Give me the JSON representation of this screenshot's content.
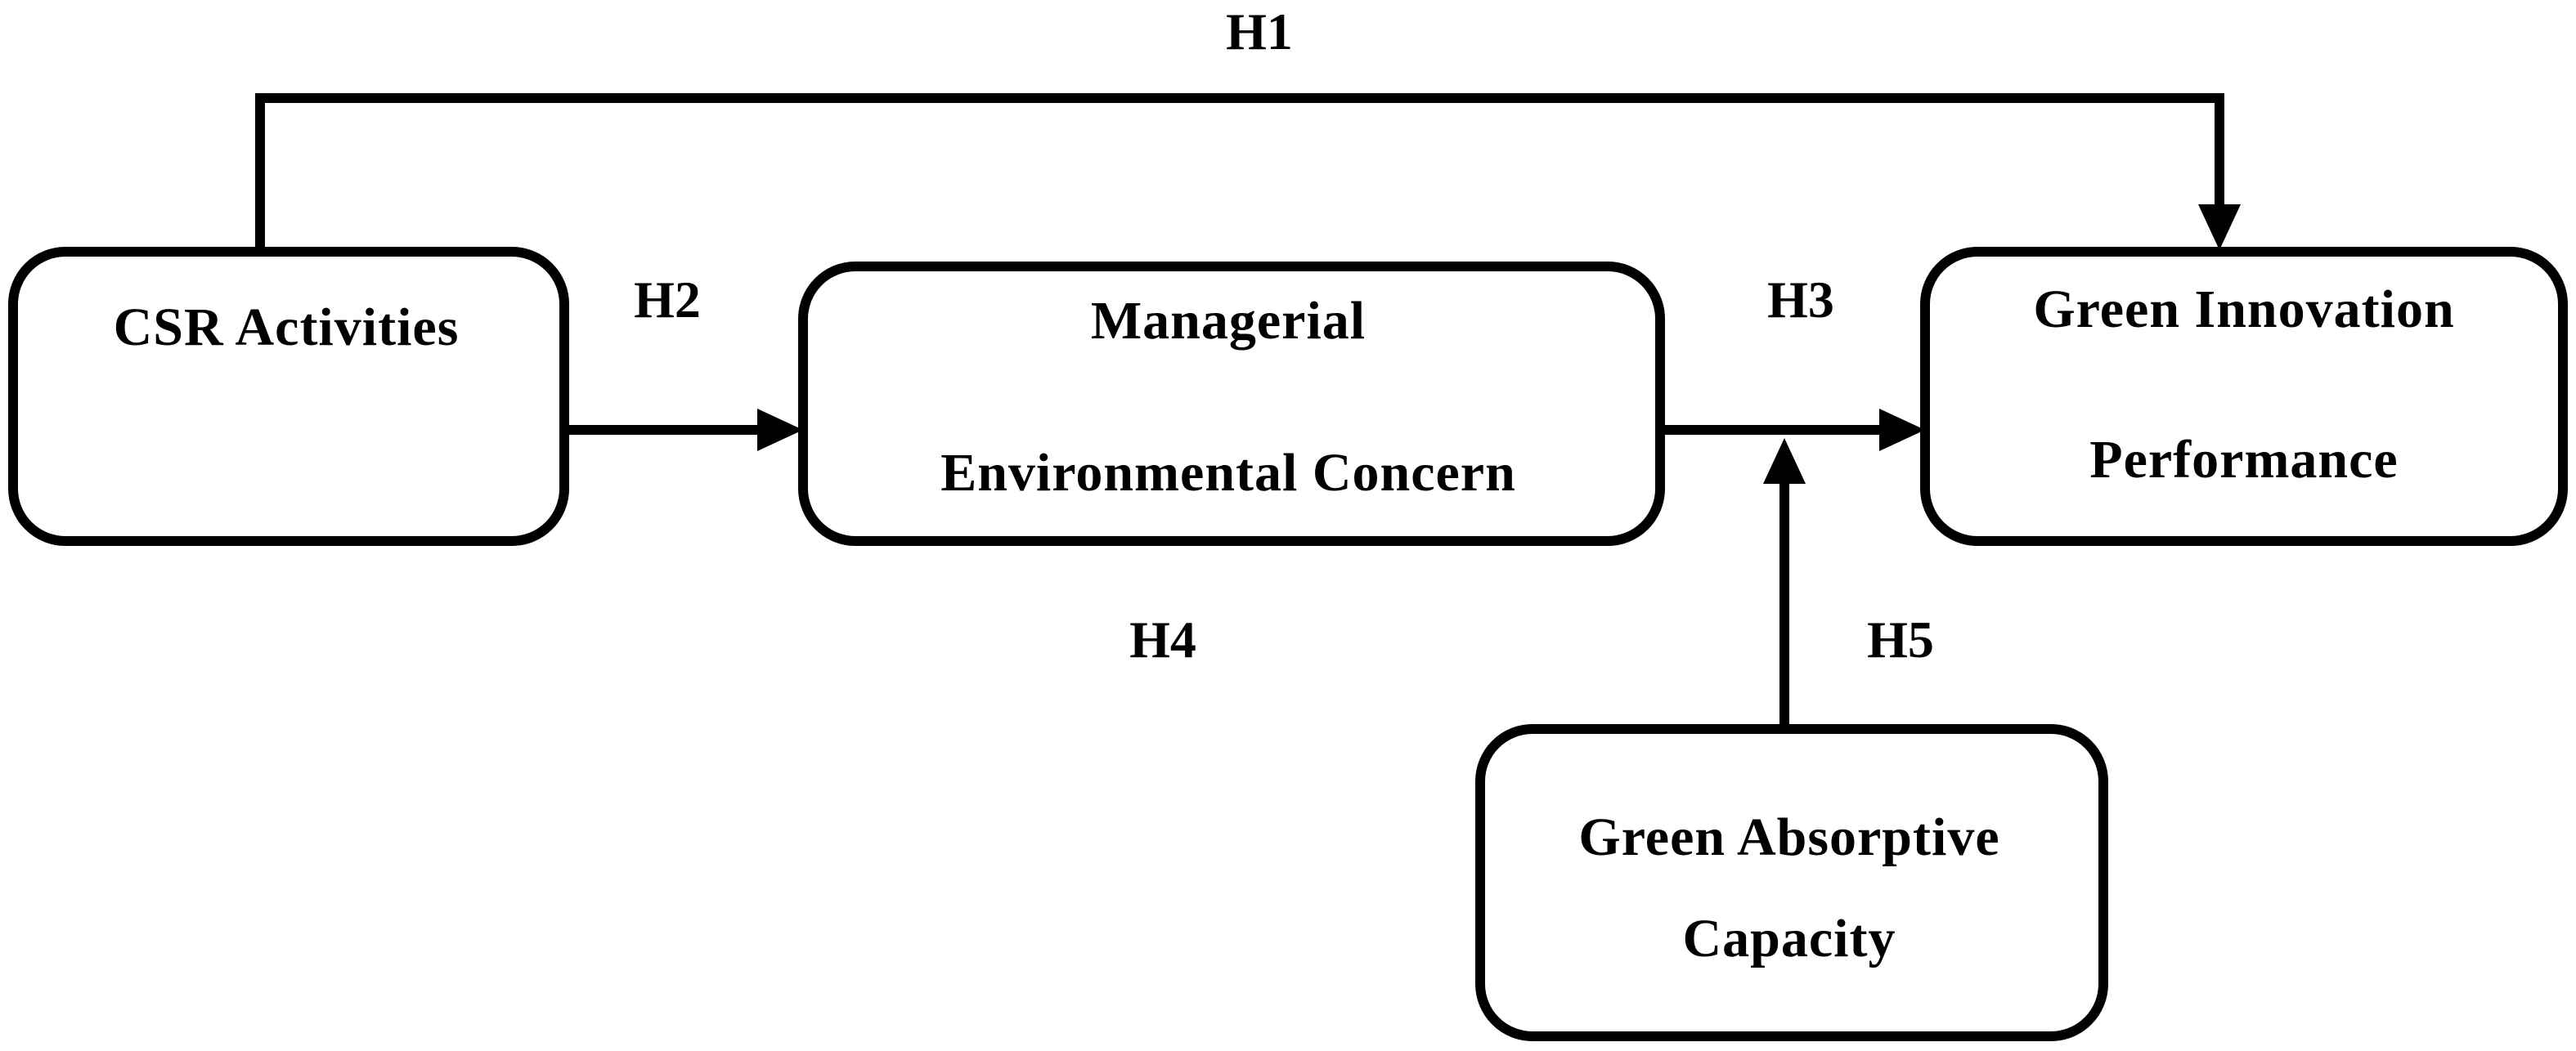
{
  "nodes": {
    "csr": {
      "lines": [
        "CSR Activities"
      ]
    },
    "mec": {
      "lines": [
        "Managerial",
        "Environmental Concern"
      ]
    },
    "gip": {
      "lines": [
        "Green Innovation",
        "Performance"
      ]
    },
    "gac": {
      "lines": [
        "Green Absorptive",
        "Capacity"
      ]
    }
  },
  "hypotheses": {
    "h1": "H1",
    "h2": "H2",
    "h3": "H3",
    "h4": "H4",
    "h5": "H5"
  }
}
